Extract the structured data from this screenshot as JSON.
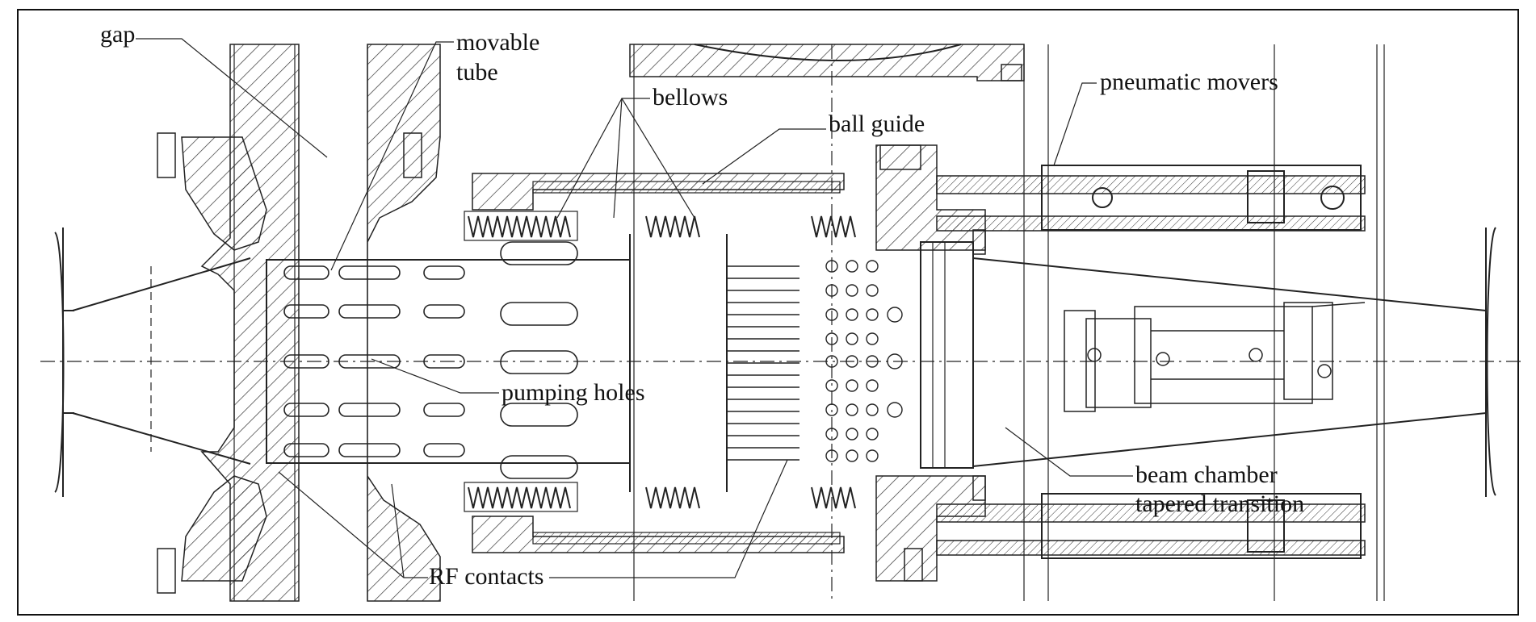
{
  "labels": {
    "gap": "gap",
    "movable_tube_1": "movable",
    "movable_tube_2": "tube",
    "bellows": "bellows",
    "ball_guide": "ball guide",
    "pneumatic_movers": "pneumatic movers",
    "pumping_holes": "pumping holes",
    "beam_chamber": "beam chamber",
    "tapered_transition": "tapered transition",
    "rf_contacts": "RF contacts"
  }
}
